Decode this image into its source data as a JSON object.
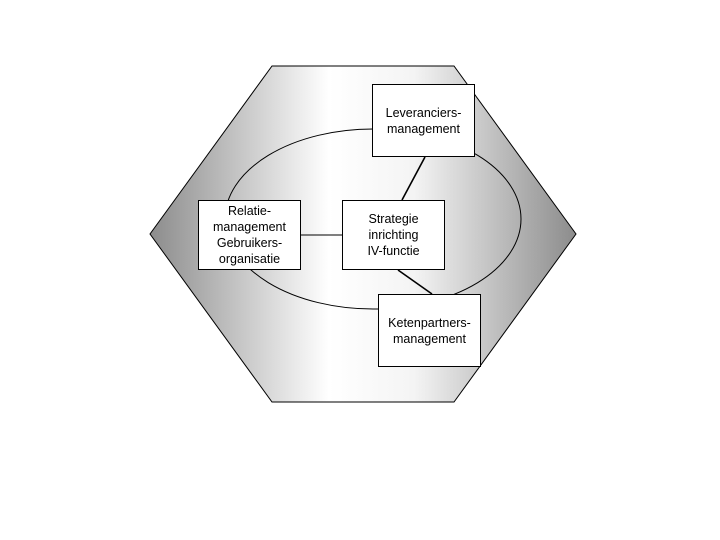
{
  "colors": {
    "hexagon_gradient_light": "#ffffff",
    "hexagon_gradient_mid": "#c8c8c8",
    "hexagon_gradient_dark": "#8c8c8c",
    "outline": "#000000",
    "box_fill": "#ffffff"
  },
  "nodes": {
    "leveranciers": {
      "lines": [
        "Leveranciers-",
        "management"
      ]
    },
    "relatie": {
      "lines": [
        "Relatie-",
        "management",
        "Gebruikers-",
        "organisatie"
      ]
    },
    "strategie": {
      "lines": [
        "Strategie",
        "inrichting",
        "IV-functie"
      ]
    },
    "ketenpartners": {
      "lines": [
        "Ketenpartners-",
        "management"
      ]
    }
  }
}
